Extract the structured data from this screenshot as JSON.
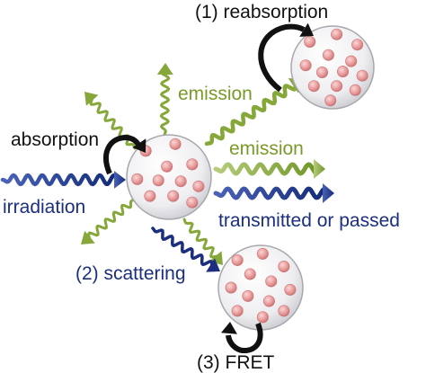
{
  "labels": {
    "reabsorption": "(1) reabsorption",
    "emission_top": "emission",
    "emission_right": "emission",
    "absorption": "absorption",
    "irradiation": "irradiation",
    "transmitted": "transmitted or passed",
    "scattering": "(2) scattering",
    "fret": "(3) FRET"
  },
  "colors": {
    "emission": "#86a83a",
    "irradiation": "#1b2f7e",
    "process_arrow": "#111111",
    "particle_fill": "#f0f0f2",
    "dot": "#e79b9b"
  },
  "icons": {
    "particle": "nanoparticle-sphere-icon",
    "process_arrow": "curved-arrow-icon",
    "light_arrow": "wavy-arrow-icon"
  }
}
